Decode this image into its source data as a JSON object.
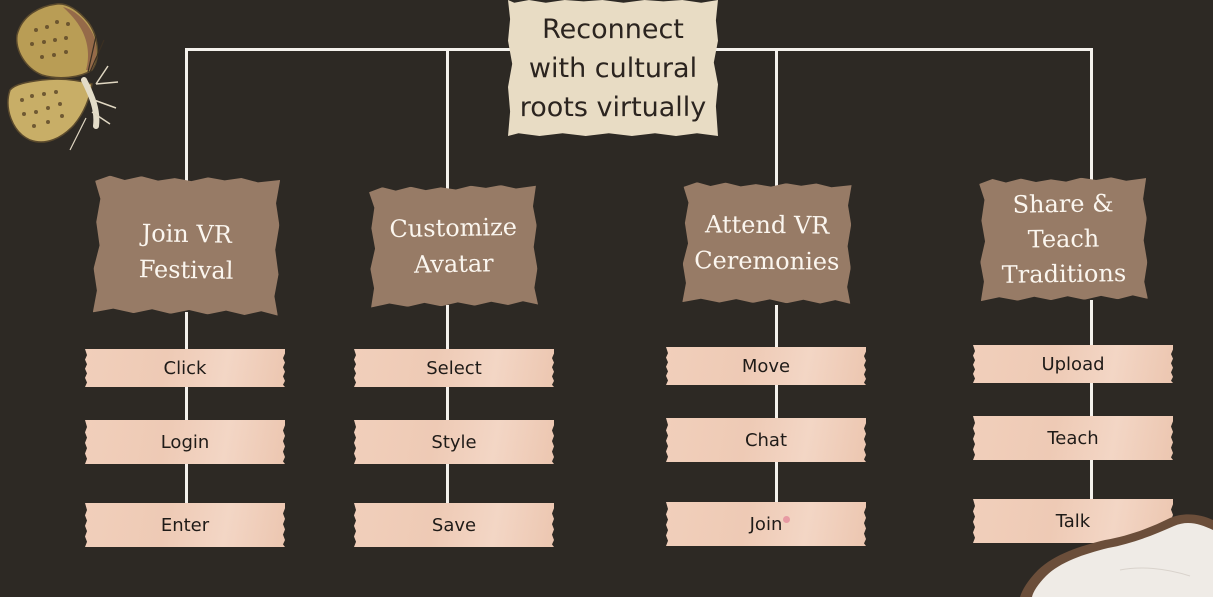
{
  "root": {
    "lines": [
      "Reconnect",
      "with cultural",
      "roots virtually"
    ]
  },
  "branches": [
    {
      "lines": [
        "Join VR",
        "Festival"
      ],
      "steps": [
        "Click",
        "Login",
        "Enter"
      ]
    },
    {
      "lines": [
        "Customize",
        "Avatar"
      ],
      "steps": [
        "Select",
        "Style",
        "Save"
      ]
    },
    {
      "lines": [
        "Attend VR",
        "Ceremonies"
      ],
      "steps": [
        "Move",
        "Chat",
        "Join"
      ]
    },
    {
      "lines": [
        "Share &",
        "Teach",
        "Traditions"
      ],
      "steps": [
        "Upload",
        "Teach",
        "Talk"
      ]
    }
  ],
  "colors": {
    "background": "#2d2924",
    "connector": "#f4f1ec",
    "root_paper": "#e8dcc4",
    "branch_paper": "#977b66",
    "step_tape": "#f1cfbb"
  },
  "decorations": [
    "butterfly-illustration",
    "torn-paper-corner"
  ]
}
